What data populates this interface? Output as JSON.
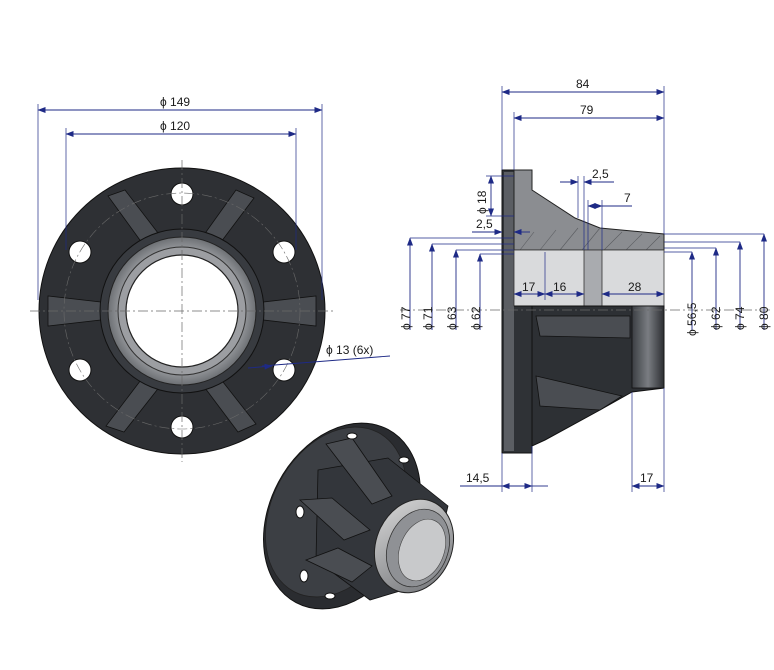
{
  "dimensions": {
    "front": {
      "outer_diameter": "ϕ 149",
      "bolt_circle": "ϕ 120",
      "holes": "ϕ 13 (6x)"
    },
    "section": {
      "overall_length": "84",
      "length_2": "79",
      "small_a": "2,5",
      "small_b": "7",
      "flange_bore": "ϕ 18",
      "flange_step": "2,5",
      "seg_1": "17",
      "seg_2": "16",
      "seg_3": "28",
      "flange_thickness": "14,5",
      "end_length": "17",
      "left_diameters": [
        "ϕ 77",
        "ϕ 71",
        "ϕ 63",
        "ϕ 62"
      ],
      "right_diameters": [
        "ϕ 56,5",
        "ϕ 62",
        "ϕ 74",
        "ϕ 80"
      ]
    }
  },
  "colors": {
    "dimension_line": "#1e2a86",
    "part_dark": "#2e3034",
    "part_light": "#9a9ca0"
  }
}
